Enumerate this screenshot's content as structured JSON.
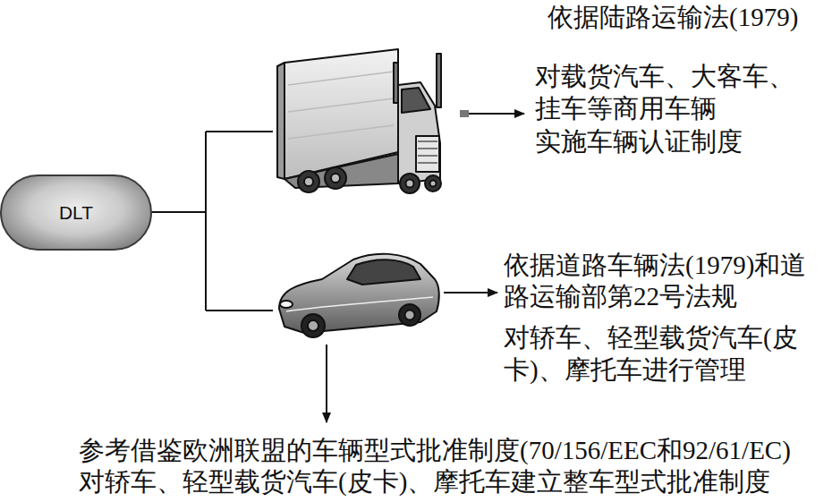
{
  "diagram": {
    "nodes": [
      {
        "text": [
          "DLT"
        ]
      }
    ],
    "labels": [
      "依据陆路运输法(1979)",
      "对载货汽车、大客车、",
      "挂车等商用车辆",
      "实施车辆认证制度",
      "依据道路车辆法(1979)和道",
      "路运输部第22号法规",
      "对轿车、轻型载货汽车(皮",
      "卡)、摩托车进行管理",
      "参考借鉴欧洲联盟的车辆型式批准制度(70/156/EEC和92/61/EC)",
      "对轿车、轻型载货汽车(皮卡)、摩托车建立整车型式批准制度"
    ]
  }
}
